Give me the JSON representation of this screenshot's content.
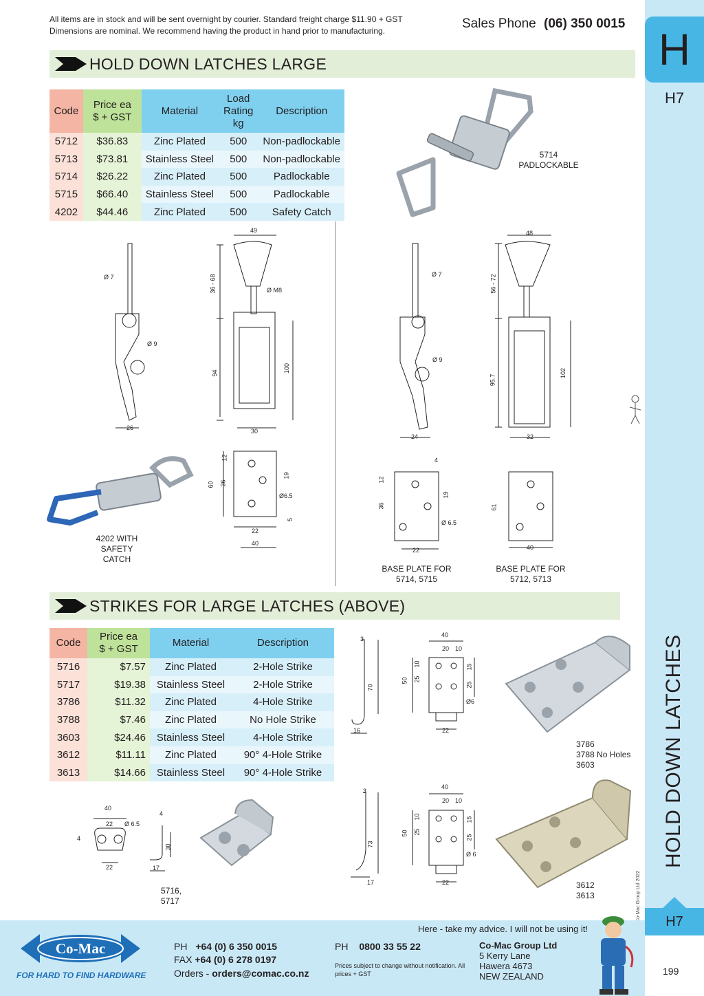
{
  "header": {
    "notice_line1": "All items are in stock and will be sent overnight by courier. Standard freight charge $11.90 + GST",
    "notice_line2": "Dimensions are nominal. We recommend having the product in hand prior to manufacturing.",
    "sales_label": "Sales Phone",
    "sales_phone": "(06) 350 0015"
  },
  "sidebar": {
    "section_letter": "H",
    "page_code": "H7",
    "vertical_title": "HOLD DOWN LATCHES",
    "page_code_bottom": "H7",
    "page_number": "199",
    "copyright": "© Co-Mac Group Ltd 2022"
  },
  "section1": {
    "title": "HOLD DOWN LATCHES LARGE",
    "columns": [
      "Code",
      "Price ea $ + GST",
      "Material",
      "Load Rating kg",
      "Description"
    ],
    "col_code": "Code",
    "col_price": "Price ea\n$ + GST",
    "col_material": "Material",
    "col_load": "Load\nRating\nkg",
    "col_desc": "Description",
    "rows": [
      {
        "code": "5712",
        "price": "$36.83",
        "material": "Zinc Plated",
        "load": "500",
        "description": "Non-padlockable"
      },
      {
        "code": "5713",
        "price": "$73.81",
        "material": "Stainless Steel",
        "load": "500",
        "description": "Non-padlockable"
      },
      {
        "code": "5714",
        "price": "$26.22",
        "material": "Zinc Plated",
        "load": "500",
        "description": "Padlockable"
      },
      {
        "code": "5715",
        "price": "$66.40",
        "material": "Stainless Steel",
        "load": "500",
        "description": "Padlockable"
      },
      {
        "code": "4202",
        "price": "$44.46",
        "material": "Zinc Plated",
        "load": "500",
        "description": "Safety Catch"
      }
    ],
    "photo_caption_5714_line1": "5714",
    "photo_caption_5714_line2": "PADLOCKABLE",
    "photo_caption_4202_line1": "4202 WITH",
    "photo_caption_4202_line2": "SAFETY",
    "photo_caption_4202_line3": "CATCH",
    "baseplate_a_line1": "BASE PLATE FOR",
    "baseplate_a_line2": "5714, 5715",
    "baseplate_b_line1": "BASE PLATE FOR",
    "baseplate_b_line2": "5712, 5713"
  },
  "dimensions": {
    "left_side": {
      "dia_rod": "Ø 7",
      "dia_pin": "Ø 9",
      "width": "26"
    },
    "left_front": {
      "width_top": "49",
      "thread": "Ø M8",
      "reach": "36 - 68",
      "body": "94",
      "height": "100",
      "base": "30"
    },
    "left_plate": {
      "d12": "12",
      "d36": "36",
      "d60": "60",
      "d19": "19",
      "hole": "Ø6.5",
      "d5": "5",
      "d22": "22",
      "d40": "40"
    },
    "right_side": {
      "dia_rod": "Ø 7",
      "dia_pin": "Ø 9",
      "width": "24"
    },
    "right_front": {
      "width_top": "48",
      "reach": "56 - 72",
      "body": "95.7",
      "height": "102",
      "base": "32"
    },
    "right_plate_a": {
      "d4": "4",
      "d12": "12",
      "d36": "36",
      "d19": "19",
      "hole": "Ø 6.5",
      "d22": "22"
    },
    "right_plate_b": {
      "d61": "61",
      "d40": "40"
    },
    "strike_hook1": {
      "t": "3",
      "h": "70",
      "w": "16"
    },
    "strike_plate1": {
      "w40": "40",
      "w20": "20",
      "w10": "10",
      "h50": "50",
      "h10": "10",
      "h25": "25",
      "r15": "15",
      "r25": "25",
      "hole": "Ø6",
      "w22": "22"
    },
    "strike_hook2": {
      "t": "3",
      "h": "73",
      "w": "17"
    },
    "strike_plate2": {
      "w40": "40",
      "w20": "20",
      "w10": "10",
      "h50": "50",
      "h10": "10",
      "h25": "25",
      "r15": "15",
      "r25": "25",
      "hole": "Ø 6",
      "w22": "22"
    },
    "small_strike": {
      "w40": "40",
      "w22": "22",
      "hole": "Ø 6.5",
      "h4": "4",
      "b22": "22",
      "t4": "4",
      "h30": "30",
      "w17": "17"
    }
  },
  "section2": {
    "title": "STRIKES FOR LARGE LATCHES (ABOVE)",
    "col_code": "Code",
    "col_price": "Price ea\n$ + GST",
    "col_material": "Material",
    "col_desc": "Description",
    "rows": [
      {
        "code": "5716",
        "price": "$7.57",
        "material": "Zinc Plated",
        "description": "2-Hole Strike"
      },
      {
        "code": "5717",
        "price": "$19.38",
        "material": "Stainless Steel",
        "description": "2-Hole Strike"
      },
      {
        "code": "3786",
        "price": "$11.32",
        "material": "Zinc Plated",
        "description": "4-Hole Strike"
      },
      {
        "code": "3788",
        "price": "$7.46",
        "material": "Zinc Plated",
        "description": "No Hole Strike"
      },
      {
        "code": "3603",
        "price": "$24.46",
        "material": "Stainless Steel",
        "description": "4-Hole Strike"
      },
      {
        "code": "3612",
        "price": "$11.11",
        "material": "Zinc Plated",
        "description": "90° 4-Hole Strike"
      },
      {
        "code": "3613",
        "price": "$14.66",
        "material": "Stainless Steel",
        "description": "90° 4-Hole Strike"
      }
    ],
    "caption_3786_line1": "3786",
    "caption_3786_line2": "3788 No Holes",
    "caption_3786_line3": "3603",
    "caption_3612_line1": "3612",
    "caption_3612_line2": "3613",
    "caption_5716_line1": "5716,",
    "caption_5716_line2": "5717"
  },
  "footer": {
    "advice": "Here - take my advice. I will not be using it!",
    "logo_text": "Co-Mac",
    "logo_tagline": "FOR HARD TO FIND HARDWARE",
    "ph_label": "PH",
    "ph_number": "+64 (0) 6 350 0015",
    "fax_label": "FAX",
    "fax_number": "+64 (0) 6 278 0197",
    "orders_label": "Orders -",
    "orders_email": "orders@comac.co.nz",
    "ph2_label": "PH",
    "ph2_number": "0800 33 55 22",
    "price_note": "Prices subject to change without notification. All prices + GST",
    "company": "Co-Mac Group Ltd",
    "address1": "5 Kerry Lane",
    "address2": "Hawera 4673",
    "address3": "NEW ZEALAND"
  },
  "colors": {
    "code_header": "#f4b5a4",
    "price_header": "#bfe29a",
    "material_header": "#7fd0ef",
    "section_band": "#e3eed8",
    "sidebar": "#c9e8f6",
    "tab": "#47b6e5",
    "brand_blue": "#1e6fb8"
  },
  "icons": [
    "arrow-bullet-icon",
    "comac-logo",
    "mascot-figure"
  ]
}
